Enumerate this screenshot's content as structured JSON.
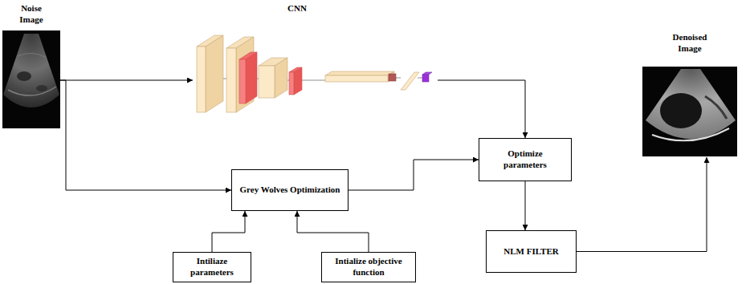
{
  "diagram": {
    "nodes": [
      {
        "text": [
          "Noise Image"
        ]
      },
      {
        "text": [
          "CNN"
        ]
      },
      {
        "text": [
          "Denoised Image"
        ]
      },
      {
        "text": [
          "Optimize parameters"
        ]
      },
      {
        "text": [
          "Grey Wolves Optimization"
        ]
      },
      {
        "text": [
          "NLM FILTER"
        ]
      },
      {
        "text": [
          "Intiliaze parameters"
        ]
      },
      {
        "text": [
          "Intialize objective function"
        ]
      }
    ],
    "edges": [
      {
        "from": 0,
        "to": 1,
        "arrow": "to"
      },
      {
        "from": 1,
        "to": 3,
        "arrow": "to"
      },
      {
        "from": 0,
        "to": 4,
        "arrow": "to"
      },
      {
        "from": 4,
        "to": 3,
        "arrow": "to"
      },
      {
        "from": 6,
        "to": 4,
        "arrow": "to"
      },
      {
        "from": 7,
        "to": 4,
        "arrow": "to"
      },
      {
        "from": 3,
        "to": 5,
        "arrow": "to"
      },
      {
        "from": 5,
        "to": 2,
        "arrow": "to"
      }
    ]
  }
}
